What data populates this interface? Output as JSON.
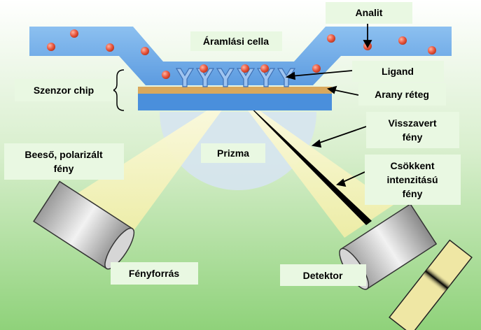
{
  "labels": {
    "analyte": "Analit",
    "flow_cell": "Áramlási cella",
    "ligand": "Ligand",
    "sensor_chip": "Szenzor chip",
    "gold_layer": "Arany réteg",
    "reflected_light_1": "Visszavert",
    "reflected_light_2": "fény",
    "incident_light_1": "Beeső, polarizált",
    "incident_light_2": "fény",
    "prism": "Prizma",
    "reduced_light_1": "Csökkent",
    "reduced_light_2": "intenzitású",
    "reduced_light_3": "fény",
    "light_source": "Fényforrás",
    "detector": "Detektor"
  },
  "colors": {
    "background_top": "#ffffff",
    "background_bottom": "#8fd27a",
    "flow_cell": "#6aa8e6",
    "analyte": "#e8563e",
    "ligand": "#9fc4f0",
    "gold": "#d9a85c",
    "chip_base": "#4a8fdc",
    "light_beam": "#f3f1b8",
    "label_box": "#e9f8e2"
  }
}
